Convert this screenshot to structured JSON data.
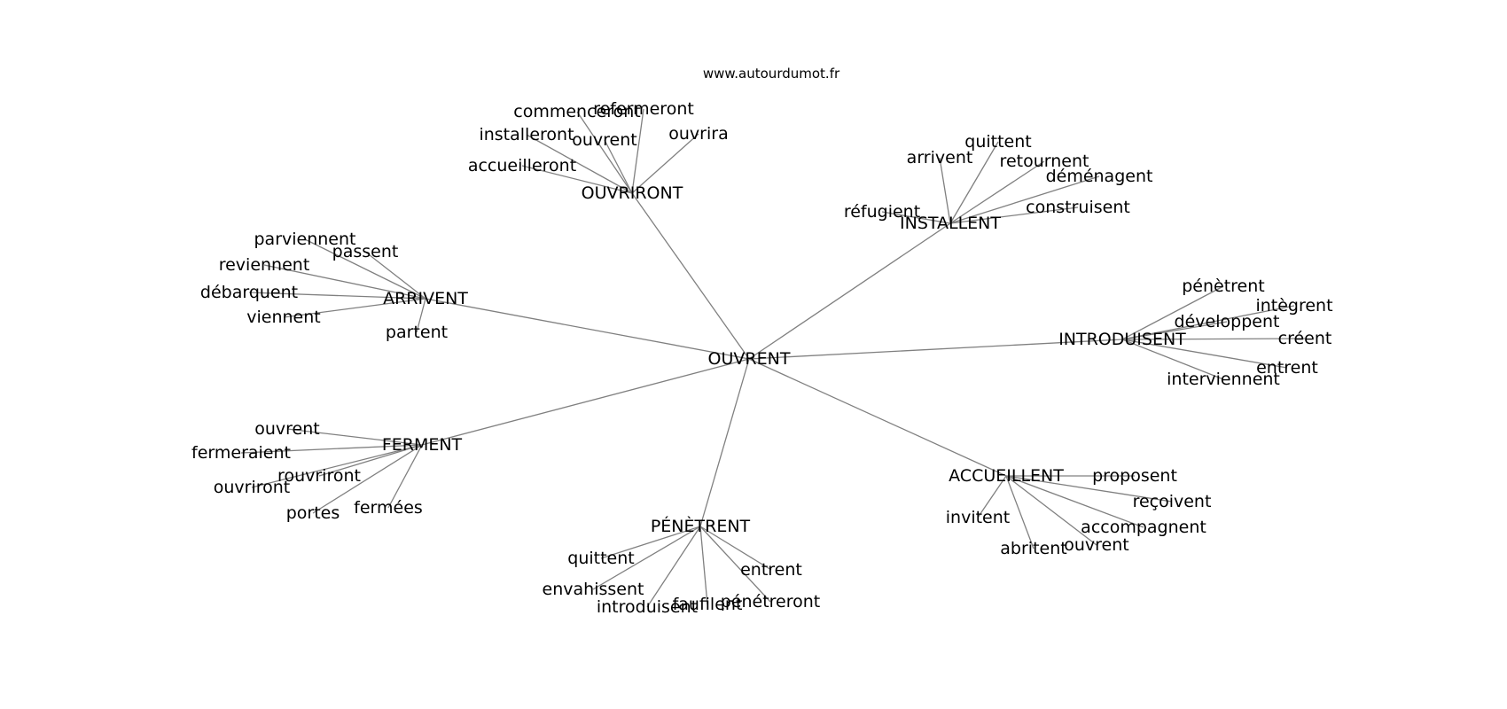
{
  "source_text": "www.autourdumot.fr",
  "center": "OUVRENT",
  "clusters": [
    {
      "id": "ouvriront",
      "label": "OUVRIRONT",
      "children": [
        "commenceront",
        "refermeront",
        "installeront",
        "ouvrent",
        "ouvrira",
        "accueilleront"
      ]
    },
    {
      "id": "installent",
      "label": "INSTALLENT",
      "children": [
        "quittent",
        "arrivent",
        "retournent",
        "déménagent",
        "réfugient",
        "construisent"
      ]
    },
    {
      "id": "arrivent",
      "label": "ARRIVENT",
      "children": [
        "parviennent",
        "passent",
        "reviennent",
        "débarquent",
        "viennent",
        "partent"
      ]
    },
    {
      "id": "introduisent",
      "label": "INTRODUISENT",
      "children": [
        "pénètrent",
        "intègrent",
        "développent",
        "créent",
        "entrent",
        "interviennent"
      ]
    },
    {
      "id": "ferment",
      "label": "FERMENT",
      "children": [
        "ouvrent",
        "fermeraient",
        "rouvriront",
        "ouvriront",
        "portes",
        "fermées"
      ]
    },
    {
      "id": "accueillent",
      "label": "ACCUEILLENT",
      "children": [
        "proposent",
        "reçoivent",
        "invitent",
        "accompagnent",
        "ouvrent",
        "abritent"
      ]
    },
    {
      "id": "penetrent",
      "label": "PÉNÈTRENT",
      "children": [
        "quittent",
        "entrent",
        "envahissent",
        "introduisent",
        "faufilent",
        "pénétreront"
      ]
    }
  ]
}
